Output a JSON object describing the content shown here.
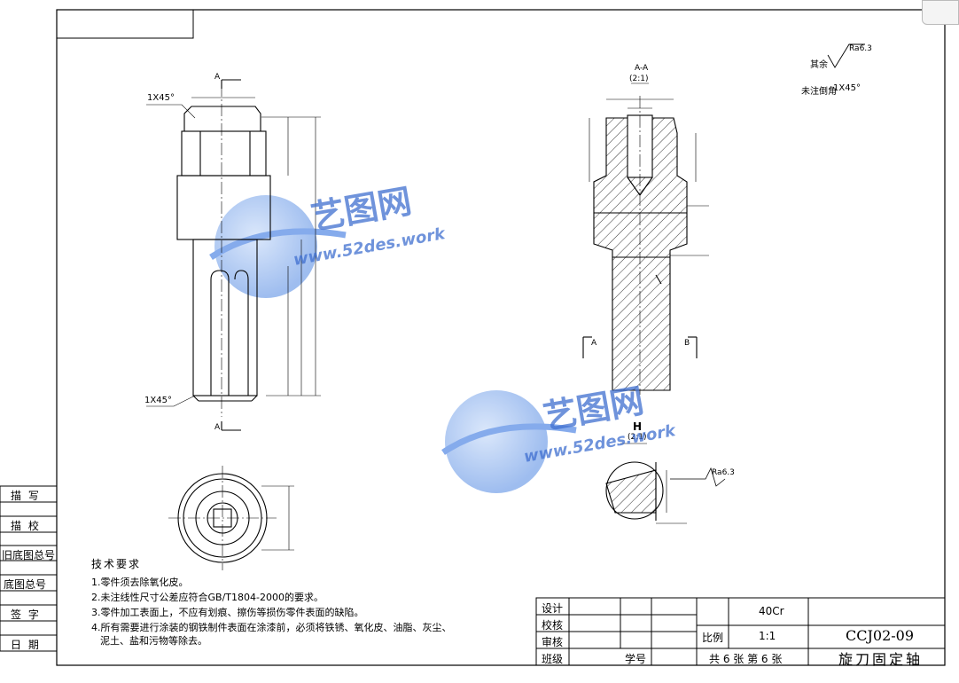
{
  "side_labels": [
    "描 写",
    "描 校",
    "旧底图总号",
    "底图总号",
    "签 字",
    "日 期"
  ],
  "tech_req": {
    "title": "技术要求",
    "items": [
      "1.零件须去除氧化皮。",
      "2.未注线性尺寸公差应符合GB/T1804-2000的要求。",
      "3.零件加工表面上，不应有划痕、擦伤等损伤零件表面的缺陷。",
      "4.所有需要进行涂装的钢铁制件表面在涂漆前，必须将铁锈、氧化皮、油脂、灰尘、",
      "泥土、盐和污物等除去。"
    ]
  },
  "title_block": {
    "design": "设计",
    "check": "校核",
    "audit": "审核",
    "class": "班级",
    "student_id": "学号",
    "material": "40Cr",
    "scale_label": "比例",
    "scale": "1:1",
    "sheets": "共 6 张  第 6 张",
    "drawing_no": "CCJ02-09",
    "part_name": "旋刀固定轴"
  },
  "annotations": {
    "chamfer_top": "1X45°",
    "chamfer_bottom": "1X45°",
    "section_aa": "A-A",
    "section_aa_scale": "(2:1)",
    "section_h": "H",
    "section_h_scale": "(2:1)",
    "roughness_rest": "其余",
    "roughness_val": "Ra6.3",
    "chamfer_note_label": "未注倒角",
    "chamfer_note": "1X45°",
    "dim_ra_h": "Ra6.3",
    "section_arrow_a": "A",
    "section_arrow_b": "B"
  },
  "watermark": {
    "brand": "艺图网",
    "url": "www.52des.work"
  },
  "colors": {
    "line": "#000000",
    "watermark": "#3f6fd0",
    "watermark_light": "#a9c4f2"
  }
}
